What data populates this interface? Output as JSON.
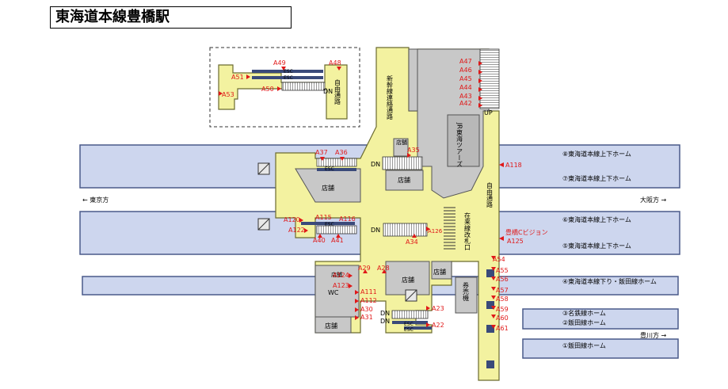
{
  "title": "東海道本線豊橋駅",
  "colors": {
    "platform": "#cdd6ee",
    "platform_stroke": "#4a5a8a",
    "concourse": "#f3f2a0",
    "concourse_stroke": "#6b6b30",
    "building": "#c8c8c8",
    "exit_red": "#e01818"
  },
  "directions": {
    "tokyo": "← 東京方",
    "osaka": "大阪方 →",
    "toyokawa": "豊川方 →"
  },
  "platforms": [
    {
      "label": "⑧東海道本線上下ホーム"
    },
    {
      "label": "⑦東海道本線上下ホーム"
    },
    {
      "label": "⑥東海道本線上下ホーム"
    },
    {
      "label": "⑤東海道本線上下ホーム"
    },
    {
      "label": "④東海道本線下り・飯田線ホーム"
    },
    {
      "label": "③名鉄線ホーム"
    },
    {
      "label": "②飯田線ホーム"
    },
    {
      "label": "①飯田線ホーム"
    }
  ],
  "areas": {
    "shinkansen_passage": "新幹線連絡通路",
    "jr_tours": "JR東海ツアーズ",
    "free_passage_right": "自由通路",
    "free_passage_top": "自由通路",
    "zairaisen_gate": "在来線改札口",
    "ticket_machines": "券売機",
    "toyohashi_vision": "豊橋Cビジョン",
    "wc": "WC",
    "up": "UP",
    "dn": "DN",
    "esc": "ESC"
  },
  "shops": [
    "店舗",
    "店舗",
    "店舗",
    "店舗",
    "店舗",
    "店舗",
    "店舗"
  ],
  "exits": [
    "A47",
    "A46",
    "A45",
    "A44",
    "A43",
    "A42",
    "A49",
    "A48",
    "A51",
    "A50",
    "A53",
    "A37",
    "A36",
    "A35",
    "A118",
    "A120",
    "A115",
    "A116",
    "A122",
    "A40",
    "A41",
    "A126",
    "A34",
    "A125",
    "A29",
    "A28",
    "A124",
    "A123",
    "A111",
    "A112",
    "A30",
    "A31",
    "A23",
    "A22",
    "A54",
    "A55",
    "A56",
    "A57",
    "A58",
    "A59",
    "A60",
    "A61"
  ]
}
